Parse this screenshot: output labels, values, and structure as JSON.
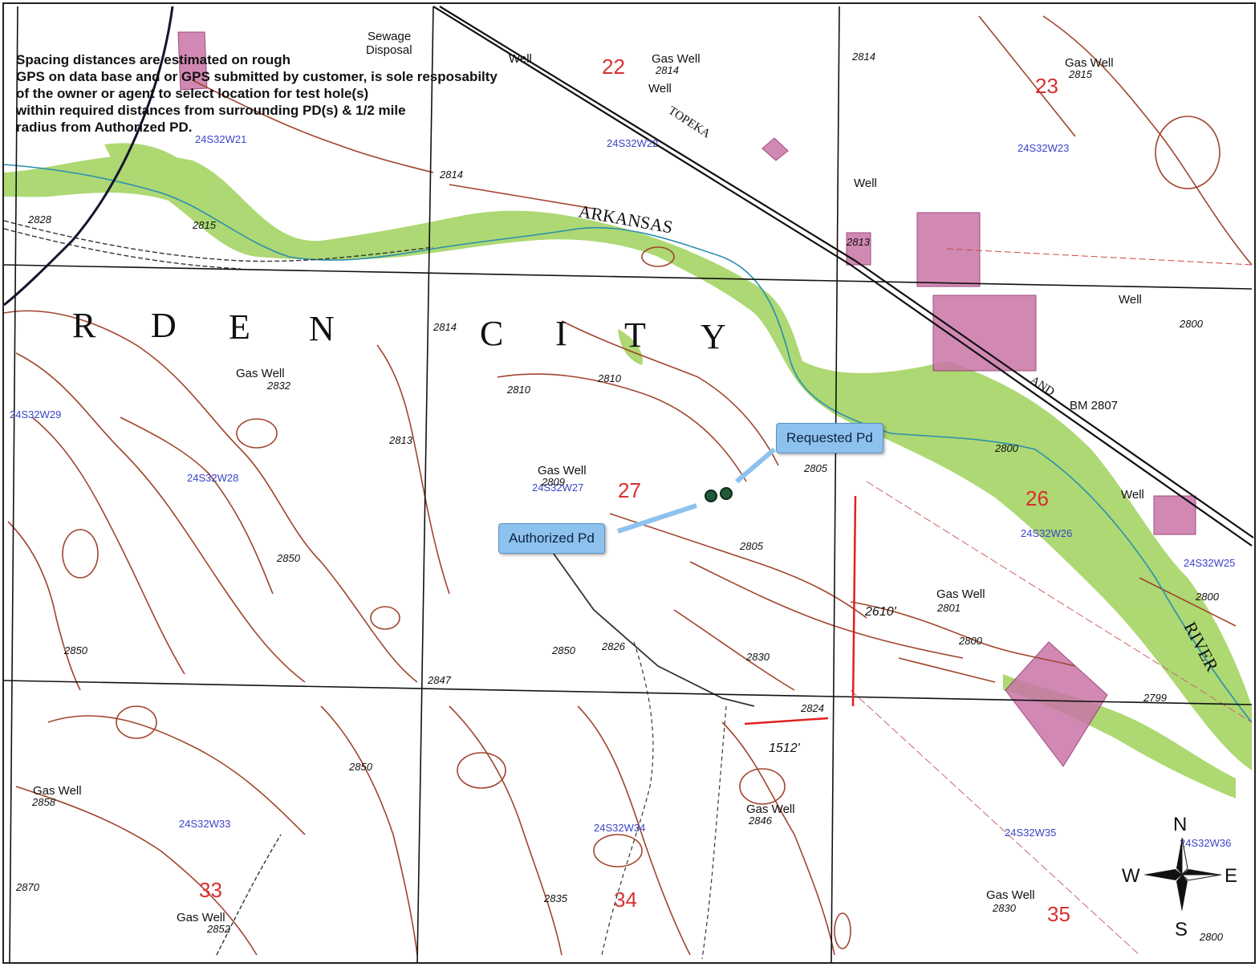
{
  "note": {
    "lines": [
      "Spacing distances are estimated on rough",
      "GPS on data base and or GPS submitted by customer, is sole resposabilty",
      "of the owner or agent to select location for test hole(s)",
      "within required distances from surrounding PD(s) & 1/2 mile",
      "radius from Authorized PD."
    ]
  },
  "callouts": {
    "requested": "Requested Pd",
    "authorized": "Authorized Pd"
  },
  "town_letters": [
    "R",
    "D",
    "E",
    "N",
    "C",
    "I",
    "T",
    "Y"
  ],
  "river_labels": [
    "ARKANSAS",
    "RIVER",
    "TOPEKA",
    "AND"
  ],
  "section_numbers": [
    "22",
    "23",
    "27",
    "26",
    "33",
    "34",
    "35"
  ],
  "section_ids": [
    "24S32W21",
    "24S32W22",
    "24S32W23",
    "24S32W29",
    "24S32W28",
    "24S32W27",
    "24S32W26",
    "24S32W25",
    "24S32W33",
    "24S32W34",
    "24S32W35",
    "24S32W36"
  ],
  "feature_labels": {
    "sewage": "Sewage",
    "disposal": "Disposal",
    "well": "Well",
    "gas_well": "Gas Well",
    "bm": "BM 2807"
  },
  "elevations": [
    "2814",
    "2815",
    "2828",
    "2813",
    "2810",
    "2805",
    "2800",
    "2832",
    "2809",
    "2850",
    "2830",
    "2826",
    "2847",
    "2824",
    "2870",
    "2858",
    "2852",
    "2846",
    "2835",
    "2799",
    "2801"
  ],
  "measurements": {
    "east": "2610'",
    "south": "1512'"
  },
  "compass": {
    "n": "N",
    "s": "S",
    "e": "E",
    "w": "W"
  },
  "colors": {
    "contour": "#a0452c",
    "vegetation": "#a9d66b",
    "urban": "#a8327a",
    "water": "#2a8fb0",
    "section_number": "#d83030",
    "section_id": "#3a45c8",
    "measurement_line": "#e02020",
    "grid": "#111111"
  }
}
